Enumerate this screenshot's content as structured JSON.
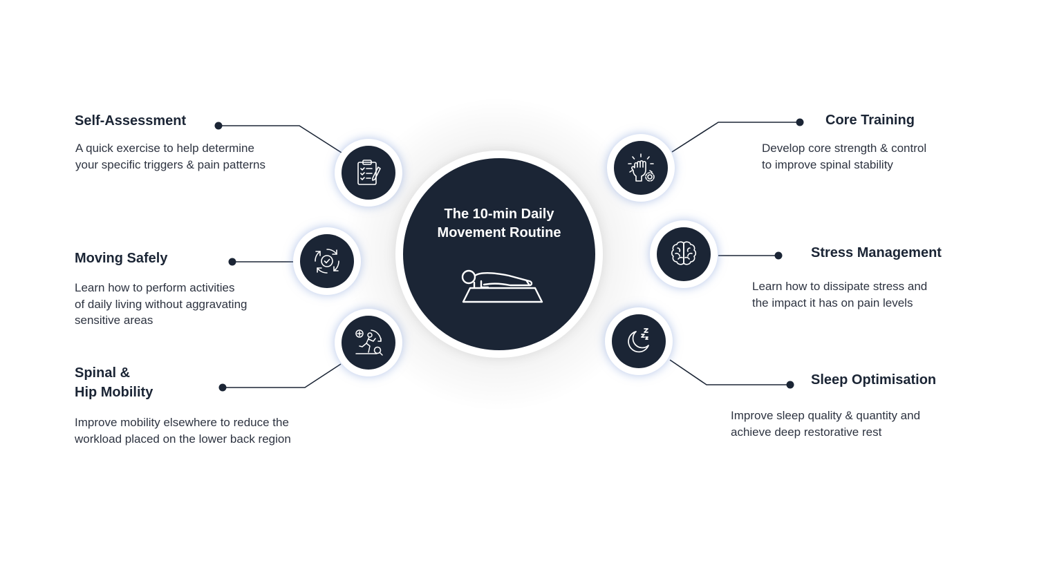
{
  "center": {
    "title": "The 10-min Daily\nMovement Routine",
    "icon": "plank-exercise-icon"
  },
  "colors": {
    "navy": "#1b2535",
    "glow": "#7696d6",
    "text": "#2d3340"
  },
  "items": [
    {
      "title": "Self-Assessment",
      "description": "A quick exercise to help determine\nyour specific triggers & pain patterns",
      "icon": "clipboard-checklist-icon"
    },
    {
      "title": "Moving Safely",
      "description": "Learn how to perform activities\nof daily living without aggravating\nsensitive areas",
      "icon": "cycle-check-icon"
    },
    {
      "title": "Spinal &\nHip Mobility",
      "description": "Improve mobility elsewhere to reduce the\nworkload placed on the lower back region",
      "icon": "mobility-runner-icon"
    },
    {
      "title": "Core Training",
      "description": "Develop core strength & control\nto improve spinal stability",
      "icon": "fist-gear-icon"
    },
    {
      "title": "Stress Management",
      "description": "Learn how to dissipate stress and\nthe impact it has on pain levels",
      "icon": "brain-icon"
    },
    {
      "title": "Sleep Optimisation",
      "description": "Improve sleep quality & quantity and\nachieve deep restorative rest",
      "icon": "moon-sleep-icon"
    }
  ]
}
